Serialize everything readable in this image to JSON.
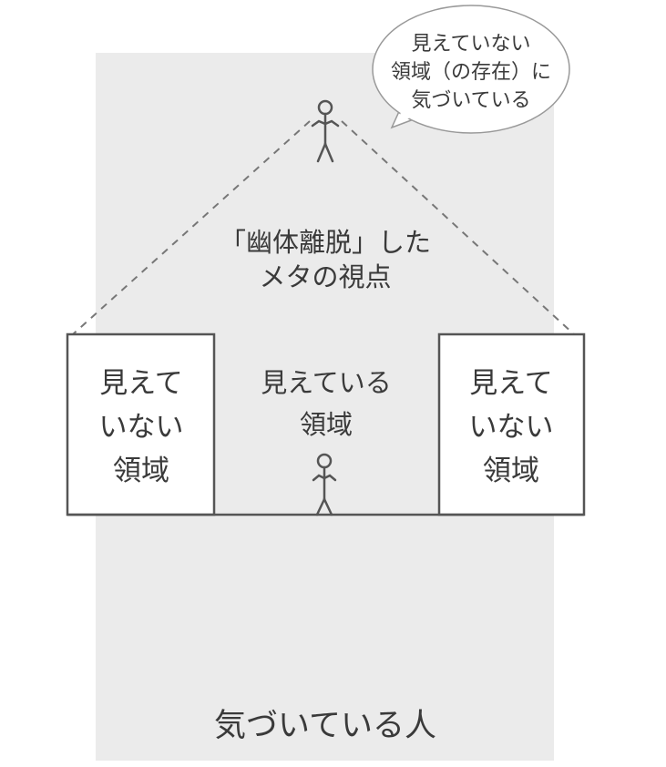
{
  "speech_bubble": {
    "lines": [
      "見えていない",
      "領域（の存在）に",
      "気づいている"
    ]
  },
  "meta_view": {
    "lines": [
      "「幽体離脱」した",
      "メタの視点"
    ]
  },
  "left_box": {
    "lines": [
      "見えて",
      "いない",
      "領域"
    ]
  },
  "center": {
    "lines": [
      "見えている",
      "領域"
    ]
  },
  "right_box": {
    "lines": [
      "見えて",
      "いない",
      "領域"
    ]
  },
  "caption": "気づいている人",
  "colors": {
    "background_panel": "#ebebeb",
    "line": "#555555",
    "text": "#3a3a3a"
  }
}
